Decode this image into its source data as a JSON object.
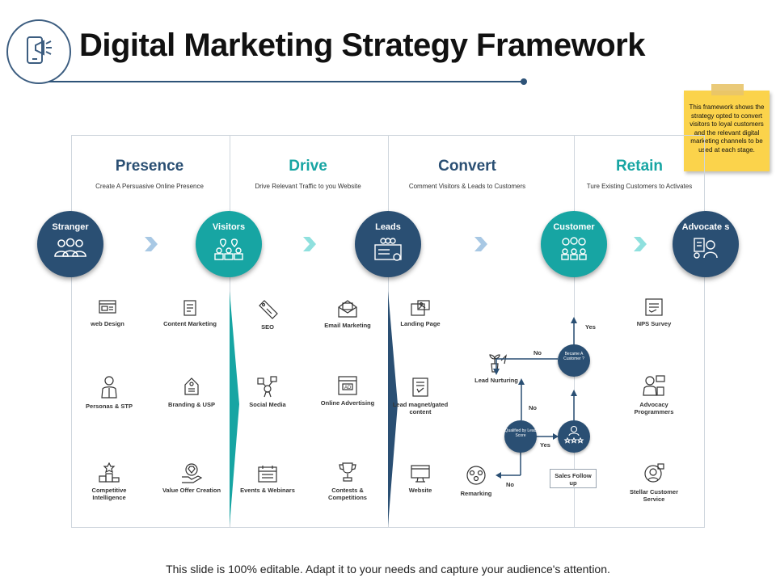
{
  "title": "Digital Marketing Strategy Framework",
  "note": "This framework shows the strategy opted to convert visitors to loyal customers and the relevant digital marketing channels to be used at each stage.",
  "footer": "This slide is 100% editable. Adapt it to your needs and capture your audience's attention.",
  "stages": [
    {
      "title": "Presence",
      "subtitle": "Create A Persuasive Online Presence"
    },
    {
      "title": "Drive",
      "subtitle": "Drive Relevant Traffic to you Website"
    },
    {
      "title": "Convert",
      "subtitle": "Comment Visitors & Leads to Customers"
    },
    {
      "title": "Retain",
      "subtitle": "Ture Existing Customers to Activates"
    }
  ],
  "nodes": [
    "Stranger",
    "Visitors",
    "Leads",
    "Customer",
    "Advocate s"
  ],
  "items": {
    "presence": [
      "web Design",
      "Content Marketing",
      "Personas & STP",
      "Branding & USP",
      "Competitive Intelligence",
      "Value Offer Creation"
    ],
    "drive": [
      "SEO",
      "Email Marketing",
      "Social Media",
      "Online Advertising",
      "Events & Webinars",
      "Contests & Competitions"
    ],
    "convert": [
      "Landing Page",
      "Lead magnet/gated content",
      "Website",
      "Remarking",
      "Lead Nurturing"
    ],
    "retain": [
      "NPS Survey",
      "Advocacy Programmers",
      "Stellar Customer Service"
    ]
  },
  "flow": {
    "became_customer": "Became A Customer ?",
    "qualified": "Qualified by Lead Score",
    "sales": "Sales Follow up",
    "yes1": "Yes",
    "yes2": "Yes",
    "no1": "No",
    "no2": "No",
    "no3": "No"
  },
  "colors": {
    "dark": "#2a4f73",
    "teal": "#17a5a3",
    "note": "#fbd34b"
  }
}
